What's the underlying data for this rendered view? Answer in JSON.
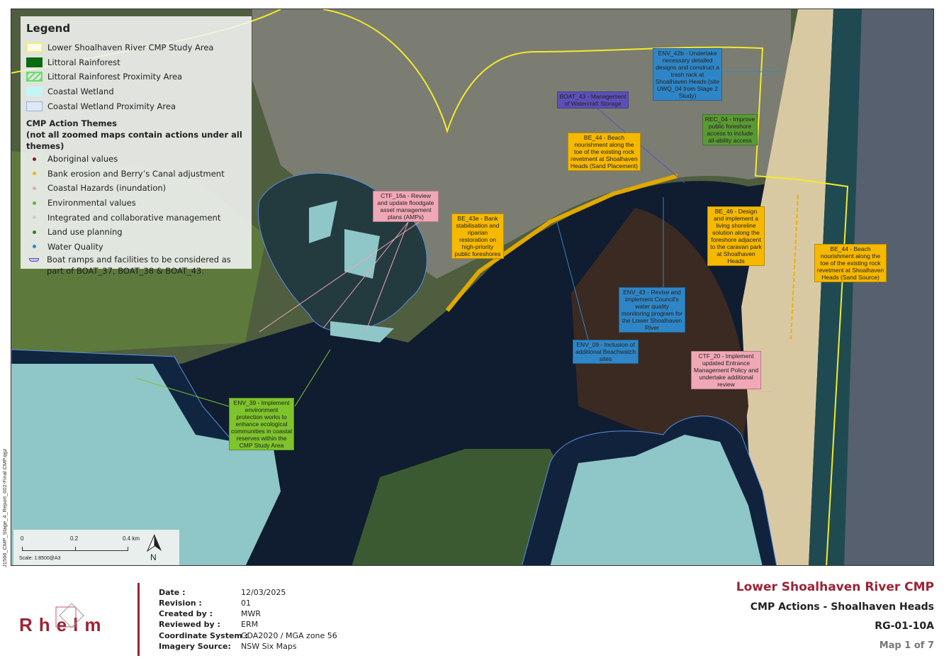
{
  "legend": {
    "title": "Legend",
    "layers": [
      {
        "label": "Lower Shoalhaven River CMP Study Area",
        "color": "#f5f26a"
      },
      {
        "label": "Littoral Rainforest",
        "color": "#0a6b12"
      },
      {
        "label": "Littoral Rainforest Proximity Area",
        "color": "#66e066"
      },
      {
        "label": "Coastal Wetland",
        "color": "#c4f5f5"
      },
      {
        "label": "Coastal Wetland Proximity Area",
        "color": "#8fb4e6"
      }
    ],
    "themes_heading": "CMP Action Themes",
    "themes_subheading": "(not all zoomed maps contain actions under all themes)",
    "themes": [
      {
        "label": "Aboriginal values",
        "color": "#8b1a2a"
      },
      {
        "label": "Bank erosion and Berry’s Canal adjustment",
        "color": "#f5b800"
      },
      {
        "label": "Coastal Hazards (inundation)",
        "color": "#f1a0b0"
      },
      {
        "label": "Environmental values",
        "color": "#6ab23a"
      },
      {
        "label": "Integrated and collaborative management",
        "color": "#cccccc"
      },
      {
        "label": "Land use planning",
        "color": "#3b7a2a"
      },
      {
        "label": "Water Quality",
        "color": "#2f86c6"
      }
    ],
    "boat_label": "Boat ramps and facilities to be considered as part of BOAT_37, BOAT_38 & BOAT_43."
  },
  "actions": {
    "env_42b": "ENV_42b - Undertake necessary detailed designs and construct a trash rack at Shoalhaven Heads (site UWQ_04 from Stage 2 Study)",
    "boat_43": "BOAT_43 - Management of Watercraft Storage",
    "be_44_placement": "BE_44 - Beach nourishment along the toe of the existing rock revetment at Shoalhaven Heads (Sand Placement)",
    "rec_04": "REC_04 - Improve public foreshore access to include all-ability access",
    "ctf_16a": "CTF_16a - Review and update floodgate asset management plans (AMPs)",
    "be_43e": "BE_43e - Bank stabilisation and riparian restoration on high-priority public foreshores",
    "be_46": "BE_46 - Design and implement a living shoreline solution along the foreshore adjacent to the caravan park at Shoalhaven Heads",
    "be_44_source": "BE_44 - Beach nourishment along the toe of the existing rock revetment at Shoalhaven Heads (Sand Source)",
    "env_43": "ENV_43 - Revise and implement Council's water quality monitoring program for the Lower Shoalhaven River",
    "env_09": "ENV_09 - Inclusion of additional Beachwatch sites",
    "ctf_20": "CTF_20 - Implement updated Entrance Management Policy and undertake additional review",
    "env_39": "ENV_39 - Implement environment protection works to enhance ecological communities in coastal reserves within the CMP Study Area"
  },
  "scale": {
    "ticks": [
      "0",
      "0.2",
      "0.4 km"
    ],
    "text": "Scale: 1:8500@A3",
    "north": "N"
  },
  "side_text": "J1566_CMP_Stage_4_Report_002-Final CMP.qgz",
  "footer": {
    "logo": "Rhelm",
    "meta": [
      {
        "k": "Date :",
        "v": "12/03/2025"
      },
      {
        "k": "Revision :",
        "v": "01"
      },
      {
        "k": "Created by :",
        "v": "MWR"
      },
      {
        "k": "Reviewed by :",
        "v": "ERM"
      },
      {
        "k": "Coordinate System :",
        "v": "GDA2020 / MGA zone 56"
      },
      {
        "k": "Imagery Source:",
        "v": "NSW Six Maps"
      }
    ],
    "title": "Lower Shoalhaven River CMP",
    "subtitle": "CMP Actions - Shoalhaven Heads",
    "code": "RG-01-10A",
    "map_no": "Map 1 of 7"
  }
}
